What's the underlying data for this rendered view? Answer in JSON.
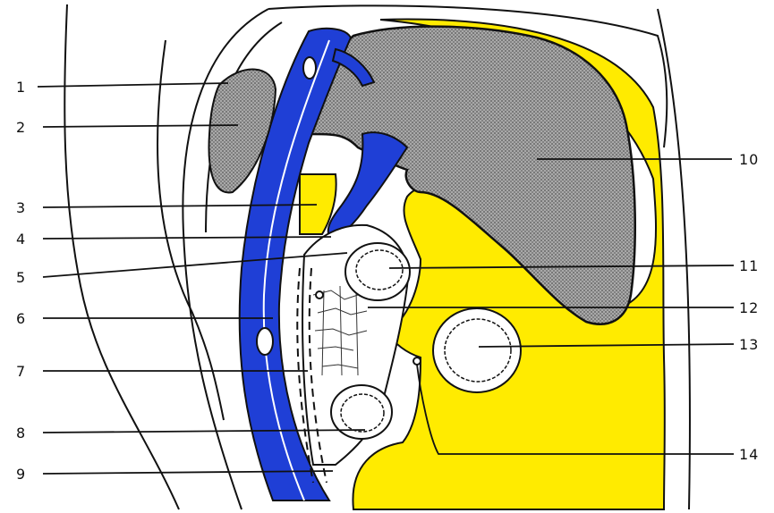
{
  "diagram": {
    "colors": {
      "background": "#ffffff",
      "liver": "#8c8c8c",
      "peritoneal_fat": "#ffeb00",
      "vessels": "#1f3fd6",
      "outline": "#111111"
    },
    "labels": [
      {
        "id": "1",
        "text": "1"
      },
      {
        "id": "2",
        "text": "2"
      },
      {
        "id": "3",
        "text": "3"
      },
      {
        "id": "4",
        "text": "4"
      },
      {
        "id": "5",
        "text": "5"
      },
      {
        "id": "6",
        "text": "6"
      },
      {
        "id": "7",
        "text": "7"
      },
      {
        "id": "8",
        "text": "8"
      },
      {
        "id": "9",
        "text": "9"
      },
      {
        "id": "10",
        "text": "10"
      },
      {
        "id": "11",
        "text": "11"
      },
      {
        "id": "12",
        "text": "12"
      },
      {
        "id": "13",
        "text": "13"
      },
      {
        "id": "14",
        "text": "14"
      }
    ]
  }
}
